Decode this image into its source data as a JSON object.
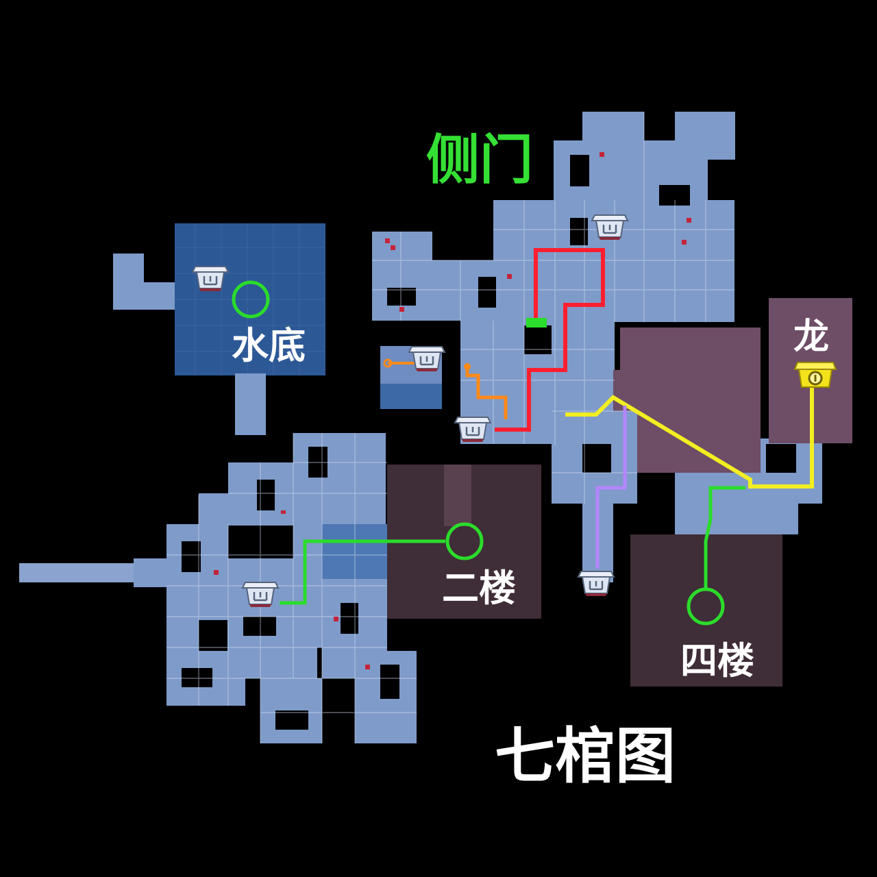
{
  "labels": {
    "side_door": "侧门",
    "underwater": "水底",
    "floor_two": "二楼",
    "floor_four": "四楼",
    "dragon": "龙",
    "title": "七棺图"
  },
  "colors": {
    "background": "#000000",
    "room_blue": "#7f9bc9",
    "room_deep_blue": "#2c5896",
    "room_purple": "#6e4d66",
    "room_dark_purple": "#3f2d37",
    "label_white": "#ffffff",
    "label_green": "#35e035",
    "route_red": "#ff1f2f",
    "route_yellow": "#f2ee22",
    "route_green": "#2bdc2b",
    "route_purple": "#b585ff",
    "route_orange": "#ff8a1a"
  },
  "icons": {
    "coffin": "coffin-icon",
    "dragon_coffin": "golden-coffin-icon",
    "circle_marker": "circle-marker-icon"
  }
}
